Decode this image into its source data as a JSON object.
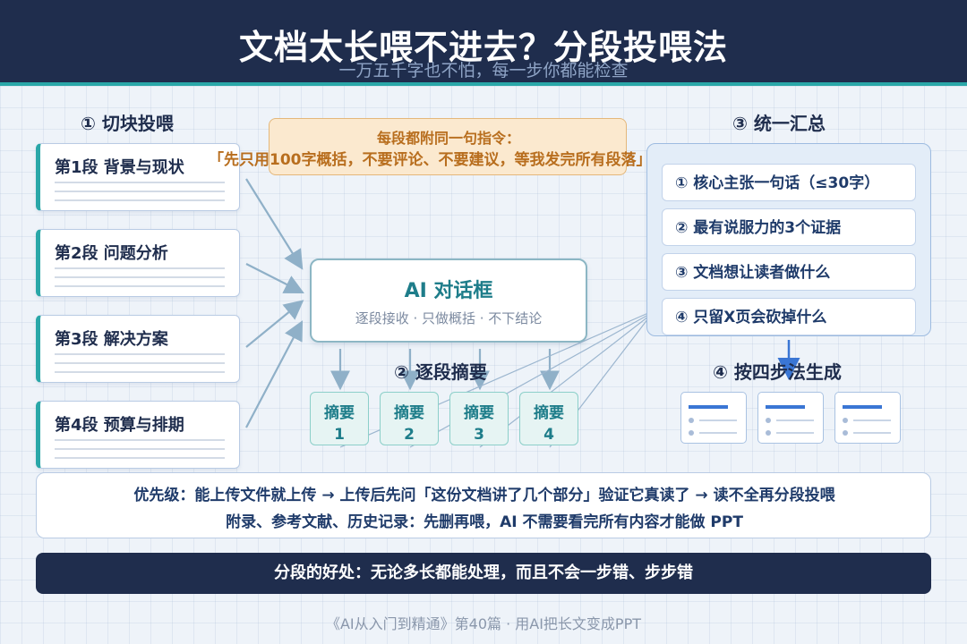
{
  "header": {
    "title": "文档太长喂不进去？分段投喂法",
    "subtitle": "一万五千字也不怕，每一步你都能检查"
  },
  "steps": {
    "step1": "① 切块投喂",
    "step2": "② 逐段摘要",
    "step3": "③ 统一汇总",
    "step4": "④ 按四步法生成"
  },
  "segments": [
    "第1段 背景与现状",
    "第2段 问题分析",
    "第3段 解决方案",
    "第4段 预算与排期"
  ],
  "instruction": {
    "head": "每段都附同一句指令：",
    "body": "「先只用100字概括，不要评论、不要建议，等我发完所有段落」"
  },
  "ai_box": {
    "title": "AI 对话框",
    "subtitle": "逐段接收 · 只做概括 · 不下结论"
  },
  "summaries": [
    {
      "label": "摘要",
      "num": "1"
    },
    {
      "label": "摘要",
      "num": "2"
    },
    {
      "label": "摘要",
      "num": "3"
    },
    {
      "label": "摘要",
      "num": "4"
    }
  ],
  "summary_panel": [
    "① 核心主张一句话（≤30字）",
    "② 最有说服力的3个证据",
    "③ 文档想让读者做什么",
    "④ 只留X页会砍掉什么"
  ],
  "priority": {
    "line1": "优先级：能上传文件就上传 → 上传后先问「这份文档讲了几个部分」验证它真读了 → 读不全再分段投喂",
    "line2": "附录、参考文献、历史记录：先删再喂，AI 不需要看完所有内容才能做 PPT"
  },
  "benefit": "分段的好处：无论多长都能处理，而且不会一步错、步步错",
  "footer": "《AI从入门到精通》第40篇 · 用AI把长文变成PPT",
  "colors": {
    "navy": "#1f2d4d",
    "teal": "#2aa7a8",
    "orange": "#b86e1e",
    "blue": "#3a76d4"
  }
}
